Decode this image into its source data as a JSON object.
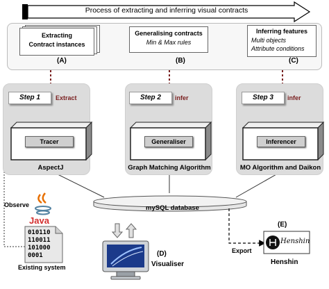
{
  "process_title": "Process of extracting and inferring visual contracts",
  "documents": [
    {
      "title_line1": "Extracting",
      "title_line2": "Contract instances",
      "tag": "(A)"
    },
    {
      "title_line1": "Generalising contracts",
      "subtitle": "Min & Max rules",
      "tag": "(B)"
    },
    {
      "title_line1": "Inferring features",
      "subtitle_line1": "Multi objects",
      "subtitle_line2": "Attribute conditions",
      "tag": "(C)"
    }
  ],
  "steps": [
    {
      "label": "Step 1",
      "verb": "Extract",
      "component": "Tracer",
      "caption": "AspectJ"
    },
    {
      "label": "Step 2",
      "verb": "infer",
      "component": "Generaliser",
      "caption": "Graph Matching Algorithm"
    },
    {
      "label": "Step 3",
      "verb": "infer",
      "component": "Inferencer",
      "caption": "MO Algorithm and Daikon"
    }
  ],
  "database": {
    "label": "mySQL database"
  },
  "existing_system": {
    "observe_label": "Observe",
    "java_label": "Java",
    "binary_lines": [
      "010110",
      "110011",
      "101000",
      "0001"
    ],
    "caption": "Existing system"
  },
  "visualiser": {
    "tag": "(D)",
    "label": "Visualiser"
  },
  "henshin": {
    "tag": "(E)",
    "logo_text": "Henshin",
    "caption": "Henshin",
    "export_label": "Export"
  },
  "colors": {
    "dotted_arrow": "#7a2020",
    "panel": "#dcdcdc",
    "box": "#cfcfcf"
  }
}
